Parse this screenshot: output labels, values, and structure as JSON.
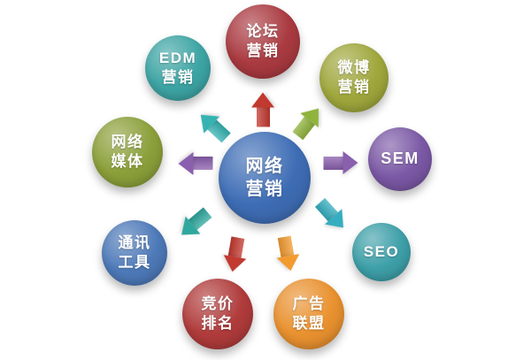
{
  "diagram": {
    "center": {
      "lines": [
        "网络",
        "营销"
      ],
      "color": "#3e6db5"
    },
    "nodes": [
      {
        "name": "forum-marketing",
        "lines": [
          "论坛",
          "营销"
        ],
        "color": "#a93a40"
      },
      {
        "name": "weibo-marketing",
        "lines": [
          "微博",
          "营销"
        ],
        "color": "#9fa73c"
      },
      {
        "name": "sem",
        "lines": [
          "SEM"
        ],
        "color": "#7a58a5"
      },
      {
        "name": "seo",
        "lines": [
          "SEO"
        ],
        "color": "#3d9fa8"
      },
      {
        "name": "ad-alliance",
        "lines": [
          "广告",
          "联盟"
        ],
        "color": "#e9912f"
      },
      {
        "name": "bid-ranking",
        "lines": [
          "竞价",
          "排名"
        ],
        "color": "#b03b3b"
      },
      {
        "name": "communication-tools",
        "lines": [
          "通讯",
          "工具"
        ],
        "color": "#4d79b8"
      },
      {
        "name": "network-media",
        "lines": [
          "网络",
          "媒体"
        ],
        "color": "#8ba03a"
      },
      {
        "name": "edm-marketing",
        "lines": [
          "EDM",
          "营销"
        ],
        "color": "#3da4a4"
      }
    ],
    "arrows": [
      {
        "direction": "up",
        "color": "#c2392f"
      },
      {
        "direction": "up-right",
        "color": "#8fb43c"
      },
      {
        "direction": "right",
        "color": "#8a5fae"
      },
      {
        "direction": "down-right",
        "color": "#35aec0"
      },
      {
        "direction": "down",
        "color": "#f29b30"
      },
      {
        "direction": "down-left",
        "color": "#c2392f"
      },
      {
        "direction": "left-down",
        "color": "#2fa89e"
      },
      {
        "direction": "left",
        "color": "#8a5fae"
      },
      {
        "direction": "up-left",
        "color": "#35b3b3"
      }
    ]
  }
}
